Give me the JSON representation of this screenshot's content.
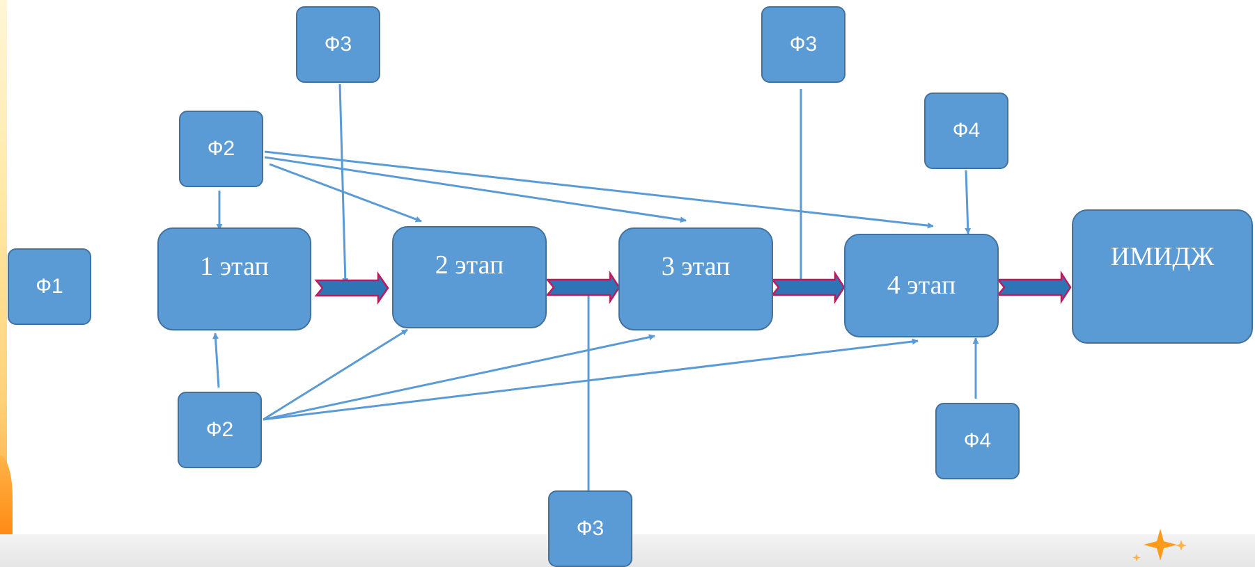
{
  "diagram": {
    "factors": {
      "f1": "Ф1",
      "f2_top": "Ф2",
      "f2_bottom": "Ф2",
      "f3_top_left": "Ф3",
      "f3_top_right": "Ф3",
      "f3_bottom": "Ф3",
      "f4_top": "Ф4",
      "f4_bottom": "Ф4"
    },
    "stages": {
      "stage1": "1 этап",
      "stage2": "2 этап",
      "stage3": "3 этап",
      "stage4": "4 этап",
      "result": "ИМИДЖ"
    }
  },
  "colors": {
    "box_fill": "#5b9bd5",
    "box_border": "#41719c",
    "thin_arrow": "#5b9bd5",
    "flow_arrow_fill": "#2e75b6",
    "flow_arrow_outline": "#c0185c"
  }
}
